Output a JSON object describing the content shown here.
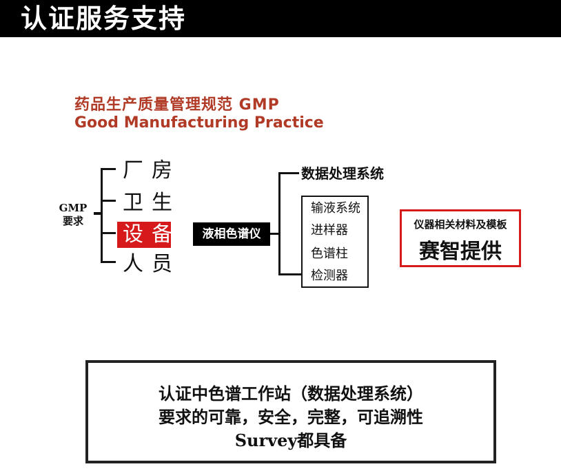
{
  "header": {
    "title": "认证服务支持"
  },
  "gmp": {
    "title_cn": "药品生产质量管理规范 GMP",
    "title_en": "Good Manufacturing Practice",
    "requirement_label_line1": "GMP",
    "requirement_label_line2": "要求",
    "requirements": [
      "厂房",
      "卫生",
      "设备",
      "人员"
    ],
    "highlighted_requirement": "设备"
  },
  "instrument": {
    "label": "液相色谱仪"
  },
  "data_processing": {
    "title": "数据处理系统",
    "modules": [
      "输液系统",
      "进样器",
      "色谱柱",
      "检测器"
    ]
  },
  "provider": {
    "subtitle": "仪器相关材料及模板",
    "title": "赛智提供"
  },
  "colors": {
    "accent_red": "#d6191b",
    "brand_text": "#b03a26",
    "header_bg": "#000000"
  },
  "footer": {
    "line1": "认证中色谱工作站（数据处理系统）",
    "line2": "要求的可靠，安全，完整，可追溯性",
    "line3": "Survey都具备"
  }
}
